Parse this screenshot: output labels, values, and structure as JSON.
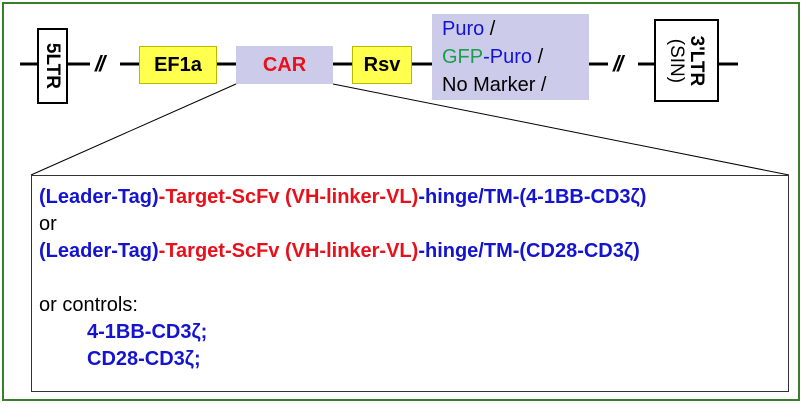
{
  "colors": {
    "frame": "#3a7d2c",
    "element_yellow": "#ffff4d",
    "element_lavender": "#ccccea",
    "text_blue": "#1414d0",
    "text_red": "#e8101a",
    "text_green": "#1a9e4a"
  },
  "vector": {
    "ltr5": "5LTR",
    "break_mark": "//",
    "ef1a": "EF1a",
    "car": "CAR",
    "rsv": "Rsv",
    "marker": {
      "line1": {
        "puro": "Puro",
        "sep": " /"
      },
      "line2": {
        "gfp": "GFP",
        "puro": "-Puro",
        "sep": " /"
      },
      "line3": "No Marker  /"
    },
    "ltr3_line1": "3'LTR",
    "ltr3_line2": "(SIN)"
  },
  "detail": {
    "construct1": {
      "leader": "(Leader-Tag)",
      "dash1": "-",
      "target": "Target-ScFv (VH-linker-VL)",
      "rest": "-hinge/TM-(4-1BB-CD3ζ)"
    },
    "or1": "or",
    "construct2": {
      "leader": "(Leader-Tag)",
      "dash1": "-",
      "target": "Target-ScFv (VH-linker-VL)",
      "rest": "-hinge/TM-(CD28-CD3ζ)"
    },
    "controls_label": "or controls:",
    "control1": "4-1BB-CD3ζ;",
    "control2": "CD28-CD3ζ;"
  }
}
